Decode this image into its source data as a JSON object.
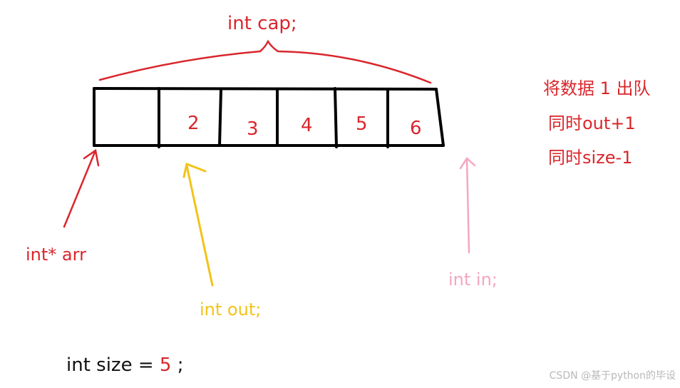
{
  "title": "int cap;",
  "cells": [
    "",
    "2",
    "3",
    "4",
    "5",
    "6"
  ],
  "pointers": {
    "arr": "int* arr",
    "out": "int out;",
    "in": "int in;"
  },
  "size_line": {
    "prefix": "int size = ",
    "value": "5",
    "suffix": " ;"
  },
  "notes": [
    "将数据 1 出队",
    "同时out+1",
    "同时size-1"
  ],
  "watermark": "CSDN @基于python的毕设",
  "colors": {
    "red": "#d9262c",
    "yellow": "#f2c31a",
    "pink": "#f4a6c1",
    "black": "#111111"
  }
}
